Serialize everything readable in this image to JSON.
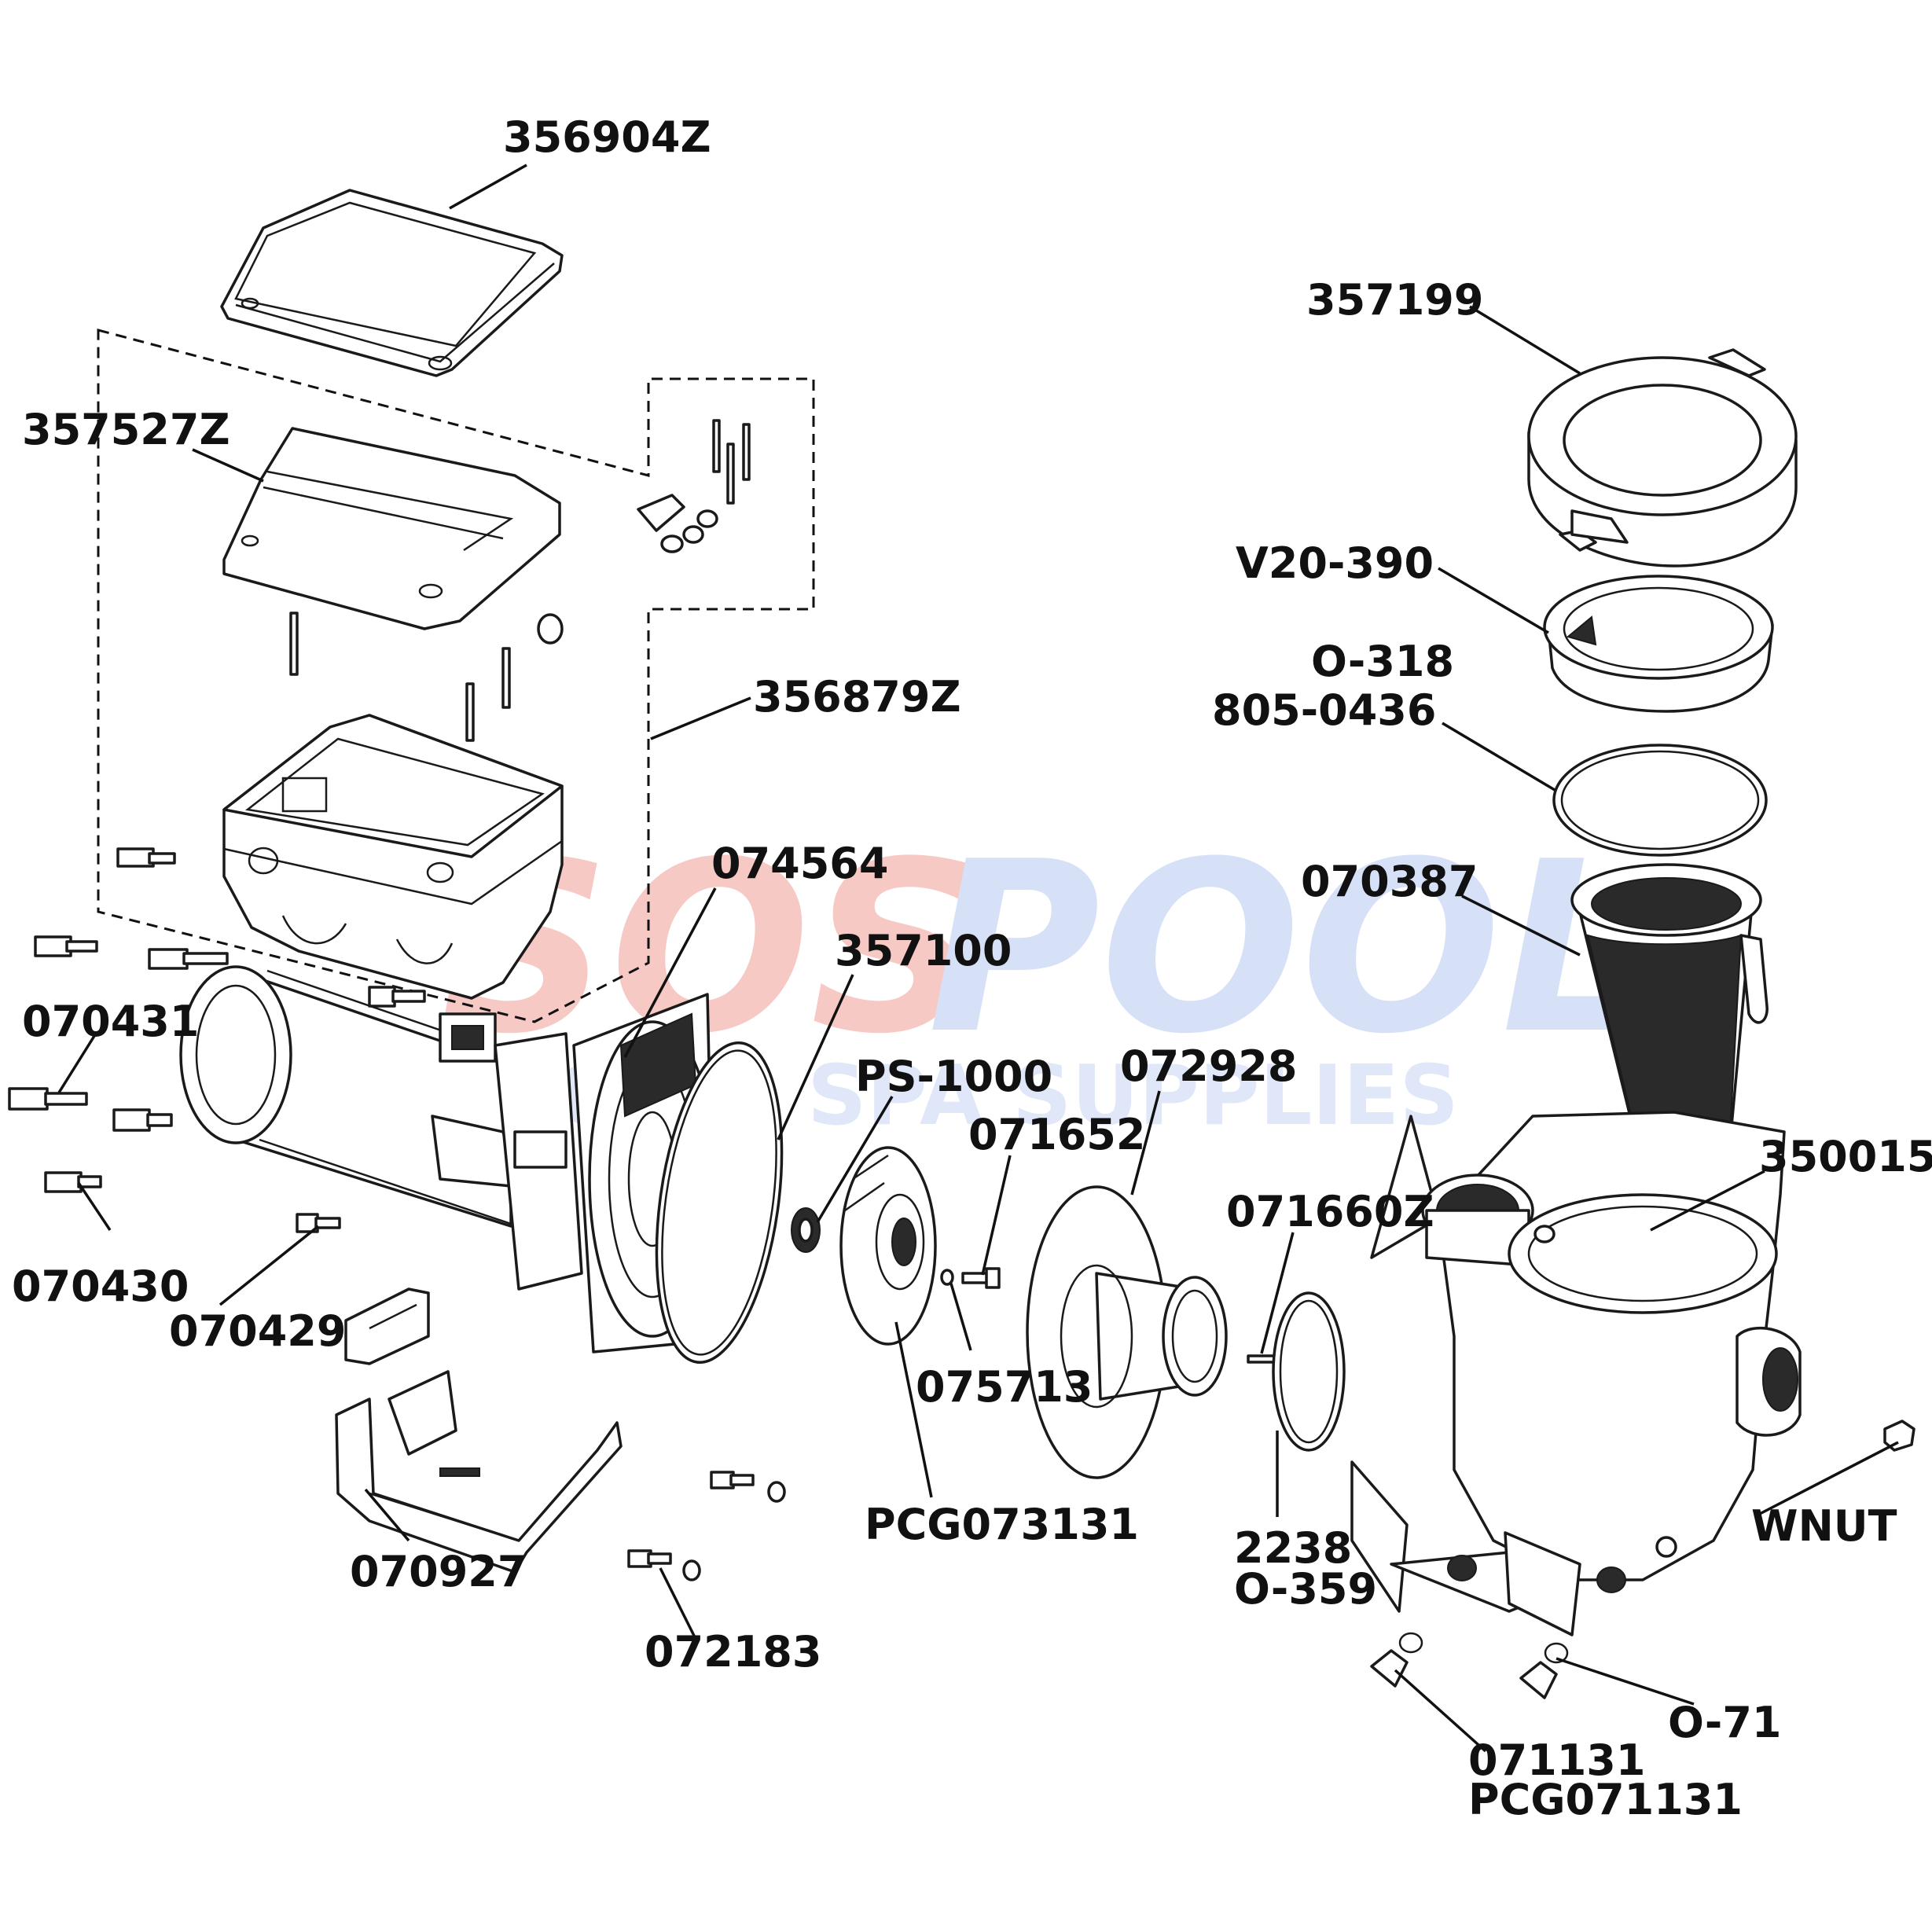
{
  "watermark": {
    "brand": "SOS POOL",
    "tagline": "POOL & SPA SUPPLIES",
    "colors": {
      "sos": "#f6c9c4",
      "pool": "#d6e1f7",
      "tagline": "#dfe7f8"
    }
  },
  "labels": [
    {
      "id": "356904Z",
      "text": "356904Z"
    },
    {
      "id": "357527Z",
      "text": "357527Z"
    },
    {
      "id": "356879Z",
      "text": "356879Z"
    },
    {
      "id": "357199",
      "text": "357199"
    },
    {
      "id": "V20-390",
      "text": "V20-390"
    },
    {
      "id": "O-318",
      "text": "O-318"
    },
    {
      "id": "805-0436",
      "text": "805-0436"
    },
    {
      "id": "070387",
      "text": "070387"
    },
    {
      "id": "074564",
      "text": "074564"
    },
    {
      "id": "357100",
      "text": "357100"
    },
    {
      "id": "070431",
      "text": "070431"
    },
    {
      "id": "PS-1000",
      "text": "PS-1000"
    },
    {
      "id": "072928",
      "text": "072928"
    },
    {
      "id": "071652",
      "text": "071652"
    },
    {
      "id": "350015",
      "text": "350015"
    },
    {
      "id": "071660Z",
      "text": "071660Z"
    },
    {
      "id": "070430",
      "text": "070430"
    },
    {
      "id": "070429",
      "text": "070429"
    },
    {
      "id": "075713",
      "text": "075713"
    },
    {
      "id": "PCG073131",
      "text": "PCG073131"
    },
    {
      "id": "WNUT",
      "text": "WNUT"
    },
    {
      "id": "2238",
      "text": "2238"
    },
    {
      "id": "O-359",
      "text": "O-359"
    },
    {
      "id": "070927",
      "text": "070927"
    },
    {
      "id": "072183",
      "text": "072183"
    },
    {
      "id": "O-71",
      "text": "O-71"
    },
    {
      "id": "071131",
      "text": "071131"
    },
    {
      "id": "PCG071131",
      "text": "PCG071131"
    }
  ]
}
